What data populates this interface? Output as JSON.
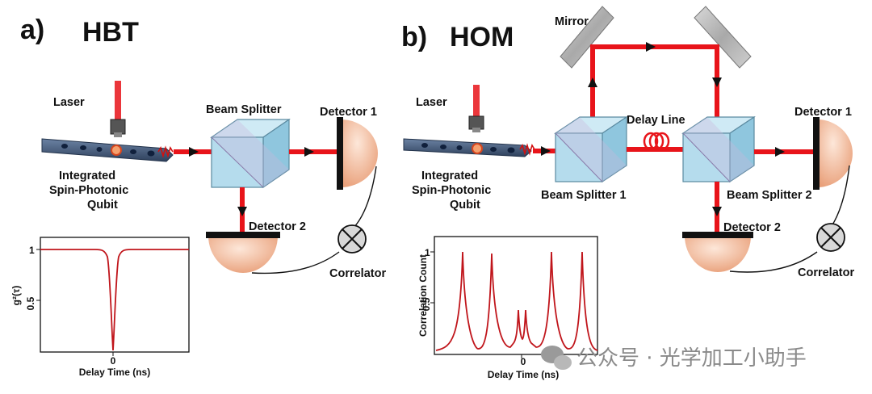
{
  "panel_a": {
    "letter": "a)",
    "title": "HBT",
    "laser": "Laser",
    "qubit_line1": "Integrated",
    "qubit_line2": "Spin-Photonic",
    "qubit_line3": "Qubit",
    "beam_splitter": "Beam Splitter",
    "detector1": "Detector 1",
    "detector2": "Detector 2",
    "correlator": "Correlator",
    "plot": {
      "y_label": "g²(τ)",
      "x_label": "Delay Time (ns)",
      "y_tick_1": "1",
      "y_tick_05": "0.5",
      "x_tick_0": "0"
    }
  },
  "panel_b": {
    "letter": "b)",
    "title": "HOM",
    "mirror": "Mirror",
    "laser": "Laser",
    "qubit_line1": "Integrated",
    "qubit_line2": "Spin-Photonic",
    "qubit_line3": "Qubit",
    "delay_line": "Delay Line",
    "beam_splitter1": "Beam Splitter 1",
    "beam_splitter2": "Beam Splitter 2",
    "detector1": "Detector 1",
    "detector2": "Detector 2",
    "correlator": "Correlator",
    "plot": {
      "y_label": "Correlation Count",
      "x_label": "Delay Time (ns)",
      "y_tick_1": "1",
      "y_tick_05": "0.5",
      "x_tick_0": "0"
    }
  },
  "watermark": "公众号 · 光学加工小助手",
  "colors": {
    "laser_beam": "#e8141a",
    "curve": "#c0151b",
    "cube": "#a8d8ec",
    "detector": "#f2b999",
    "waveguide": "#3a4f6e"
  }
}
